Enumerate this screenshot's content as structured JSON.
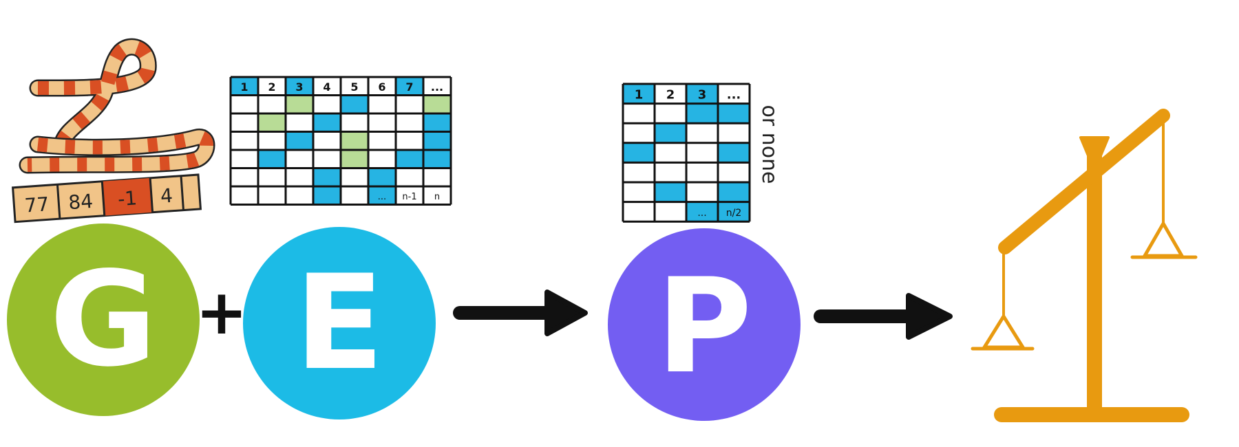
{
  "colors": {
    "g_circle": "#97bd2c",
    "e_circle": "#1cbbe6",
    "p_circle": "#735ef2",
    "cell_blue": "#26b4e3",
    "cell_green": "#b8dc96",
    "scale": "#e89a10",
    "arrow": "#111111",
    "ribbon_light": "#f1c488",
    "ribbon_dark": "#d94f23"
  },
  "genome": {
    "values": [
      "77",
      "84",
      "-1",
      "4"
    ]
  },
  "letters": {
    "g": "G",
    "plus": "+",
    "e": "E",
    "p": "P"
  },
  "grid_large": {
    "header": [
      "1",
      "2",
      "3",
      "4",
      "5",
      "6",
      "7",
      "..."
    ],
    "header_blue": [
      0,
      2,
      6
    ],
    "footer_labels": [
      "...",
      "n-1",
      "n"
    ],
    "rows": [
      [
        "w",
        "w",
        "g",
        "w",
        "b",
        "w",
        "w",
        "g"
      ],
      [
        "w",
        "g",
        "w",
        "b",
        "w",
        "w",
        "w",
        "b"
      ],
      [
        "w",
        "w",
        "b",
        "w",
        "g",
        "w",
        "w",
        "b"
      ],
      [
        "w",
        "b",
        "w",
        "w",
        "g",
        "w",
        "b",
        "b"
      ],
      [
        "w",
        "w",
        "w",
        "b",
        "w",
        "b",
        "w",
        "w"
      ]
    ]
  },
  "grid_small": {
    "header": [
      "1",
      "2",
      "3",
      "..."
    ],
    "header_blue": [
      0,
      2
    ],
    "footer_labels": [
      "...",
      "n/2"
    ],
    "side_note": "or none",
    "rows": [
      [
        "w",
        "w",
        "b",
        "b"
      ],
      [
        "w",
        "b",
        "w",
        "w"
      ],
      [
        "b",
        "w",
        "w",
        "b"
      ],
      [
        "w",
        "w",
        "w",
        "w"
      ],
      [
        "w",
        "b",
        "w",
        "b"
      ]
    ]
  },
  "icons": {
    "genome": "genome-ribbon-icon",
    "scale": "balance-scale-icon"
  }
}
